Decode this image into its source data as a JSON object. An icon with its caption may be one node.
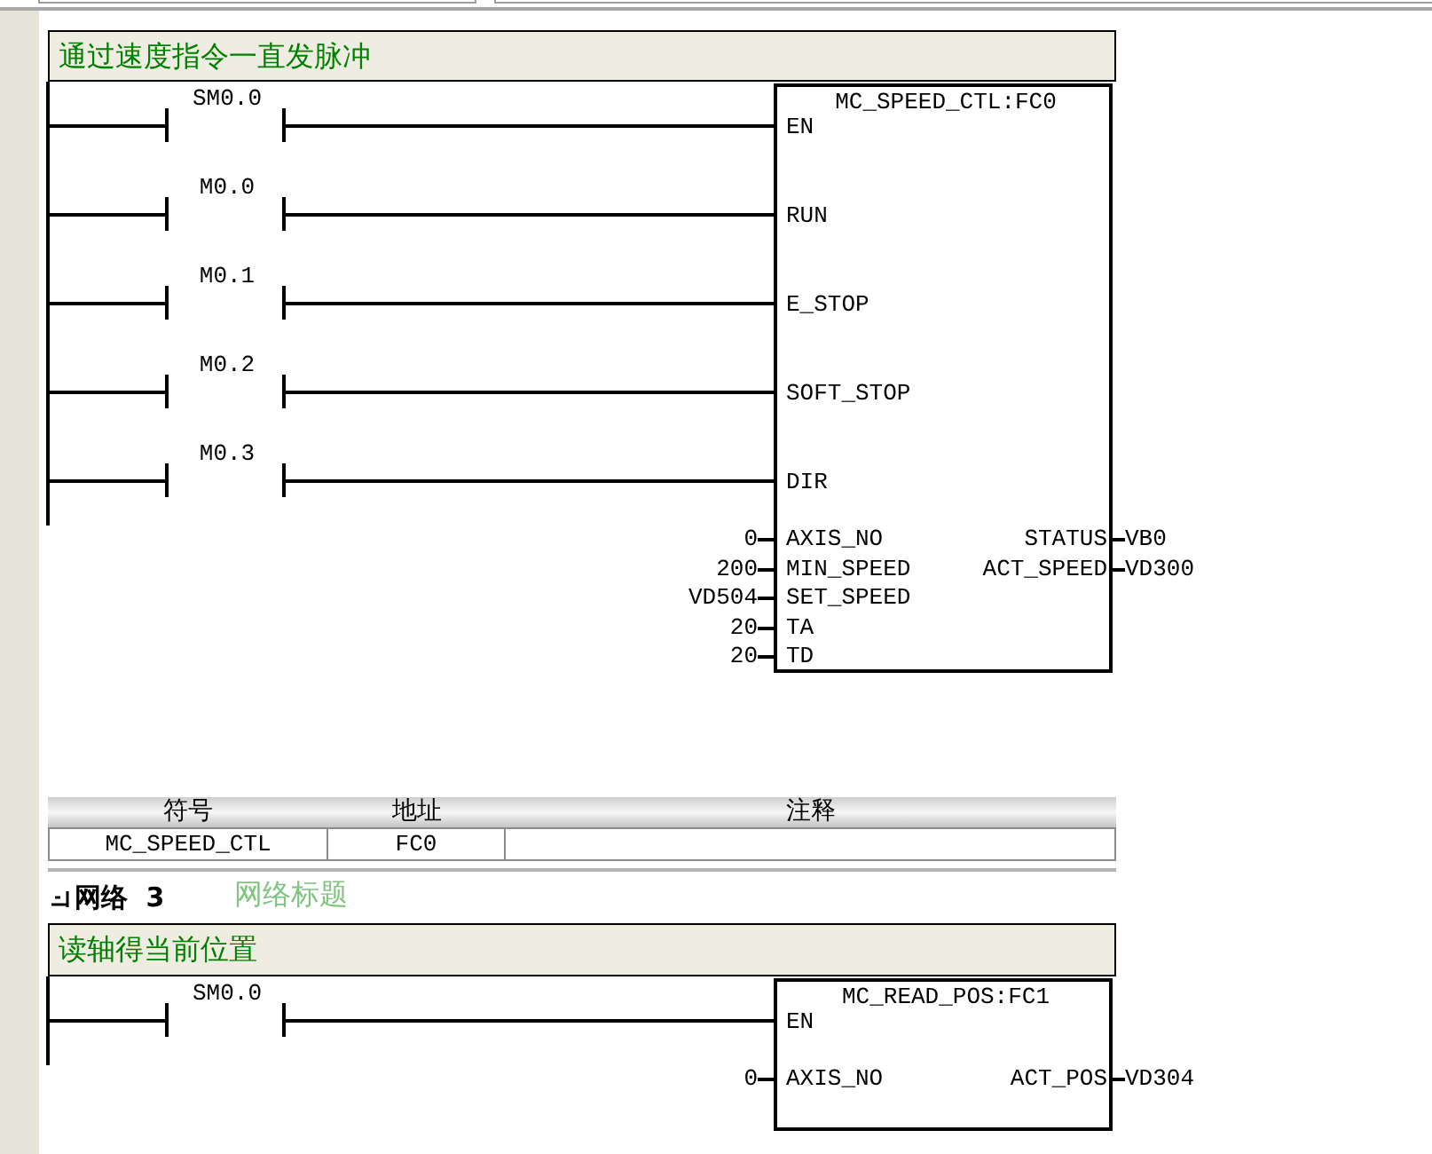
{
  "diagram": {
    "nodes": [
      {
        "text": [
          "通过速度指令一直发脉冲"
        ]
      },
      {
        "text": [],
        "shape": "bar"
      },
      {
        "text": [
          "SM0.0"
        ]
      },
      {
        "text": [
          "M0.0"
        ]
      },
      {
        "text": [
          "M0.1"
        ]
      },
      {
        "text": [
          "M0.2"
        ]
      },
      {
        "text": [
          "M0.3"
        ]
      },
      {
        "text": [
          "MC_SPEED_CTL:FC0",
          "EN",
          "RUN",
          "E_STOP",
          "SOFT_STOP",
          "DIR",
          "AXIS_NO",
          "MIN_SPEED",
          "SET_SPEED",
          "TA",
          "TD",
          "STATUS",
          "ACT_SPEED"
        ]
      },
      {
        "text": [
          "0"
        ]
      },
      {
        "text": [
          "200"
        ]
      },
      {
        "text": [
          "VD504"
        ]
      },
      {
        "text": [
          "20"
        ]
      },
      {
        "text": [
          "20"
        ]
      },
      {
        "text": [
          "VB0"
        ]
      },
      {
        "text": [
          "VD300"
        ]
      },
      {
        "text": [
          "读轴得当前位置"
        ]
      },
      {
        "text": [],
        "shape": "bar"
      },
      {
        "text": [
          "SM0.0"
        ]
      },
      {
        "text": [
          "MC_READ_POS:FC1",
          "EN",
          "AXIS_NO",
          "ACT_POS"
        ]
      },
      {
        "text": [
          "0"
        ]
      },
      {
        "text": [
          "VD304"
        ]
      }
    ],
    "edges": [
      {
        "from": 1,
        "to": 2,
        "arrow": "none"
      },
      {
        "from": 1,
        "to": 3,
        "arrow": "none"
      },
      {
        "from": 1,
        "to": 4,
        "arrow": "none"
      },
      {
        "from": 1,
        "to": 5,
        "arrow": "none"
      },
      {
        "from": 1,
        "to": 6,
        "arrow": "none"
      },
      {
        "from": 2,
        "to": 7,
        "arrow": "none"
      },
      {
        "from": 3,
        "to": 7,
        "arrow": "none"
      },
      {
        "from": 4,
        "to": 7,
        "arrow": "none"
      },
      {
        "from": 5,
        "to": 7,
        "arrow": "none"
      },
      {
        "from": 6,
        "to": 7,
        "arrow": "none"
      },
      {
        "from": 8,
        "to": 7,
        "arrow": "none"
      },
      {
        "from": 9,
        "to": 7,
        "arrow": "none"
      },
      {
        "from": 10,
        "to": 7,
        "arrow": "none"
      },
      {
        "from": 11,
        "to": 7,
        "arrow": "none"
      },
      {
        "from": 12,
        "to": 7,
        "arrow": "none"
      },
      {
        "from": 7,
        "to": 13,
        "arrow": "none"
      },
      {
        "from": 7,
        "to": 14,
        "arrow": "none"
      },
      {
        "from": 16,
        "to": 17,
        "arrow": "none"
      },
      {
        "from": 17,
        "to": 18,
        "arrow": "none"
      },
      {
        "from": 19,
        "to": 18,
        "arrow": "none"
      },
      {
        "from": 18,
        "to": 20,
        "arrow": "none"
      }
    ],
    "labels": [
      "符号",
      "地址",
      "注释",
      "MC_SPEED_CTL",
      "FC0",
      "网络 3",
      "网络标题"
    ]
  }
}
